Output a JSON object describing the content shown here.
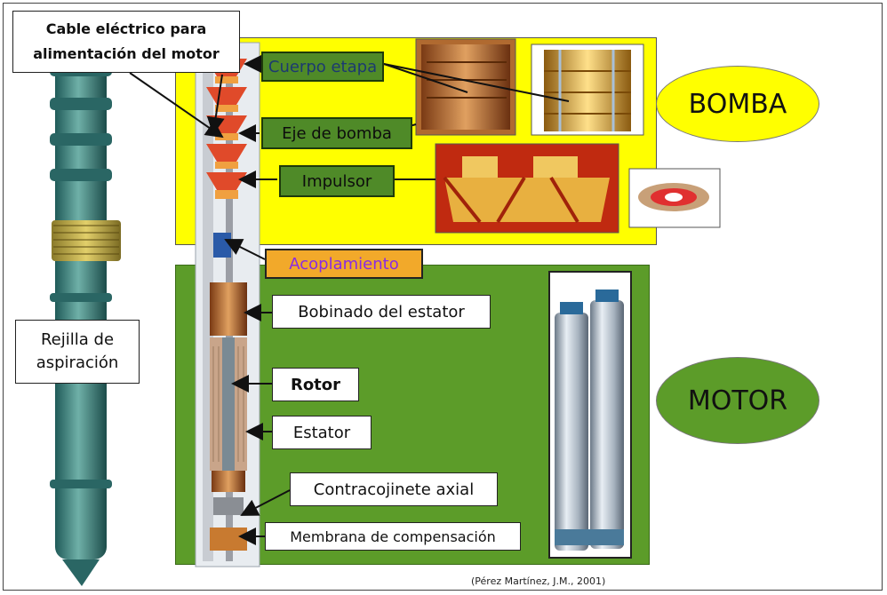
{
  "labels": {
    "cable": "Cable eléctrico para alimentación del motor",
    "cuerpo_etapa": "Cuerpo etapa",
    "eje_bomba": "Eje de bomba",
    "impulsor": "Impulsor",
    "acoplamiento": "Acoplamiento",
    "bobinado": "Bobinado del estator",
    "rotor": "Rotor",
    "estator": "Estator",
    "contracojinete": "Contracojinete axial",
    "membrana": "Membrana de compensación",
    "rejilla": "Rejilla de aspiración",
    "bomba": "BOMBA",
    "motor": "MOTOR"
  },
  "citation": "(Pérez Martínez, J.M., 2001)",
  "colors": {
    "pump_panel": "#ffff00",
    "motor_panel": "#5c9c29",
    "label_green": "#4f8a28",
    "acoplamiento_fill": "#f2a92a",
    "bomba_ellipse": "#ffff00",
    "motor_ellipse": "#5c9c29"
  }
}
